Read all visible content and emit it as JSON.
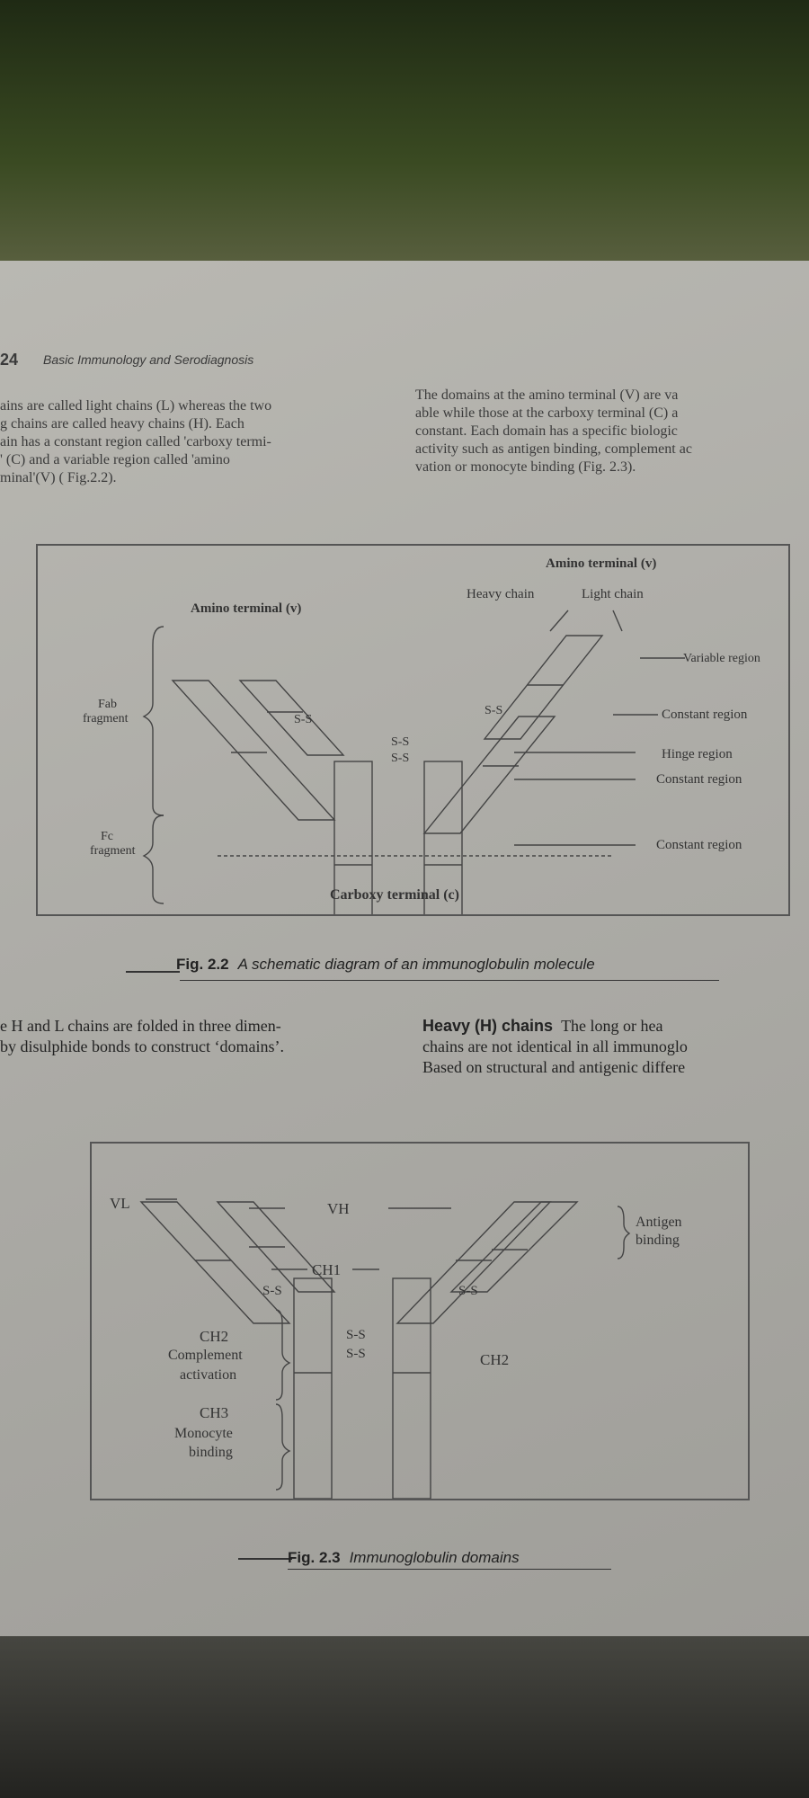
{
  "header": {
    "page_number": "24",
    "running_title": "Basic Immunology and Serodiagnosis"
  },
  "top_left_lines": [
    "ains are called light chains (L) whereas the two",
    "g chains are called heavy chains (H). Each",
    "ain has a constant region called 'carboxy termi-",
    "' (C) and a variable region called 'amino",
    "minal'(V) ( Fig.2.2)."
  ],
  "top_right_lines": [
    "The domains at the amino terminal (V) are va",
    "able while those at the carboxy terminal (C) a",
    "constant. Each domain has a specific biologic",
    "activity such as antigen binding, complement ac",
    "vation or monocyte binding (Fig. 2.3)."
  ],
  "figure1": {
    "labels": {
      "amino_terminal_left": "Amino terminal (v)",
      "amino_terminal_right": "Amino terminal (v)",
      "heavy_chain": "Heavy chain",
      "light_chain": "Light chain",
      "variable_region": "Variable region",
      "constant_region_1": "Constant region",
      "hinge_region": "Hinge region",
      "constant_region_2": "Constant region",
      "constant_region_3": "Constant region",
      "fab_fragment_1": "Fab",
      "fab_fragment_2": "fragment",
      "fc_fragment_1": "Fc",
      "fc_fragment_2": "fragment",
      "carboxy_terminal": "Carboxy terminal (c)",
      "ss": "S-S"
    },
    "caption_number": "Fig. 2.2",
    "caption_text": "A schematic diagram of an immunoglobulin molecule"
  },
  "middle_left_lines": [
    "e H and L chains are folded in three dimen-",
    "by disulphide bonds to construct ‘domains’."
  ],
  "middle_right": {
    "heading": "Heavy (H) chains",
    "lines": [
      "The long or hea",
      "chains are not identical in all immunoglo",
      "Based on structural and antigenic differe"
    ]
  },
  "figure2": {
    "labels": {
      "vl": "VL",
      "vh": "VH",
      "ch1": "CH1",
      "ch2_right": "CH2",
      "ch2_left": "CH2",
      "complement_1": "Complement",
      "complement_2": "activation",
      "ch3": "CH3",
      "monocyte_1": "Monocyte",
      "monocyte_2": "binding",
      "antigen_1": "Antigen",
      "antigen_2": "binding",
      "ss": "S-S"
    },
    "caption_number": "Fig. 2.3",
    "caption_text": "Immunoglobulin domains"
  }
}
